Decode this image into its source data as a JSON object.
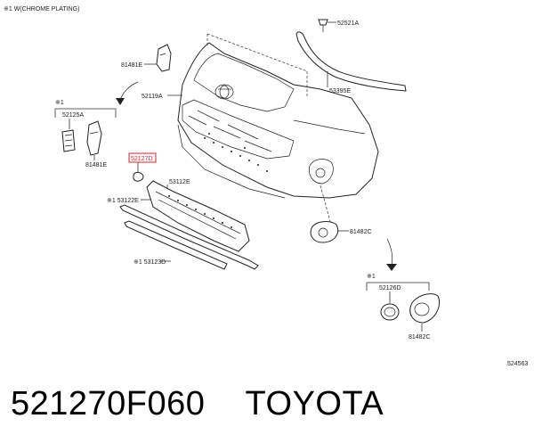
{
  "note": "※1 W(CHROME PLATING)",
  "labels": {
    "p52521a": "52521A",
    "p81481e_top": "81481E",
    "p52119a": "52119A",
    "p53395e": "53395E",
    "group1_mark": "※1",
    "p52125a": "52125A",
    "p81481e": "81481E",
    "p52127": "52127D",
    "p53112e": "53112E",
    "p53122e": "※1 53122E",
    "p53123d": "※1 53123D",
    "p81482c_mid": "81482C",
    "group2_mark": "※1",
    "p52126d": "52126D",
    "p81482c": "81482C",
    "diagram_code": "524563"
  },
  "footer": {
    "part_number": "521270F060",
    "brand": "TOYOTA"
  },
  "colors": {
    "highlight": "#d8242b",
    "line": "#333333"
  }
}
